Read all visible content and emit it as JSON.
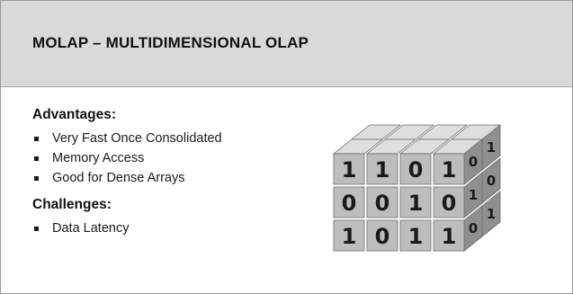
{
  "header": {
    "title": "MOLAP – MULTIDIMENSIONAL OLAP"
  },
  "advantages": {
    "heading": "Advantages:",
    "items": [
      "Very Fast Once Consolidated",
      "Memory Access",
      "Good for Dense Arrays"
    ]
  },
  "challenges": {
    "heading": "Challenges:",
    "items": [
      "Data Latency"
    ]
  },
  "cube": {
    "front_digits": [
      [
        "1",
        "1",
        "0",
        "1"
      ],
      [
        "0",
        "0",
        "1",
        "0"
      ],
      [
        "1",
        "0",
        "1",
        "1"
      ]
    ],
    "right_digits": [
      [
        "0",
        "1"
      ],
      [
        "1",
        "0"
      ],
      [
        "0",
        "1"
      ]
    ]
  },
  "colors": {
    "header_bg": "#d9d9d9",
    "cube_front": "#bdbdbd",
    "cube_top": "#dedede",
    "cube_side": "#8f8f8f"
  }
}
